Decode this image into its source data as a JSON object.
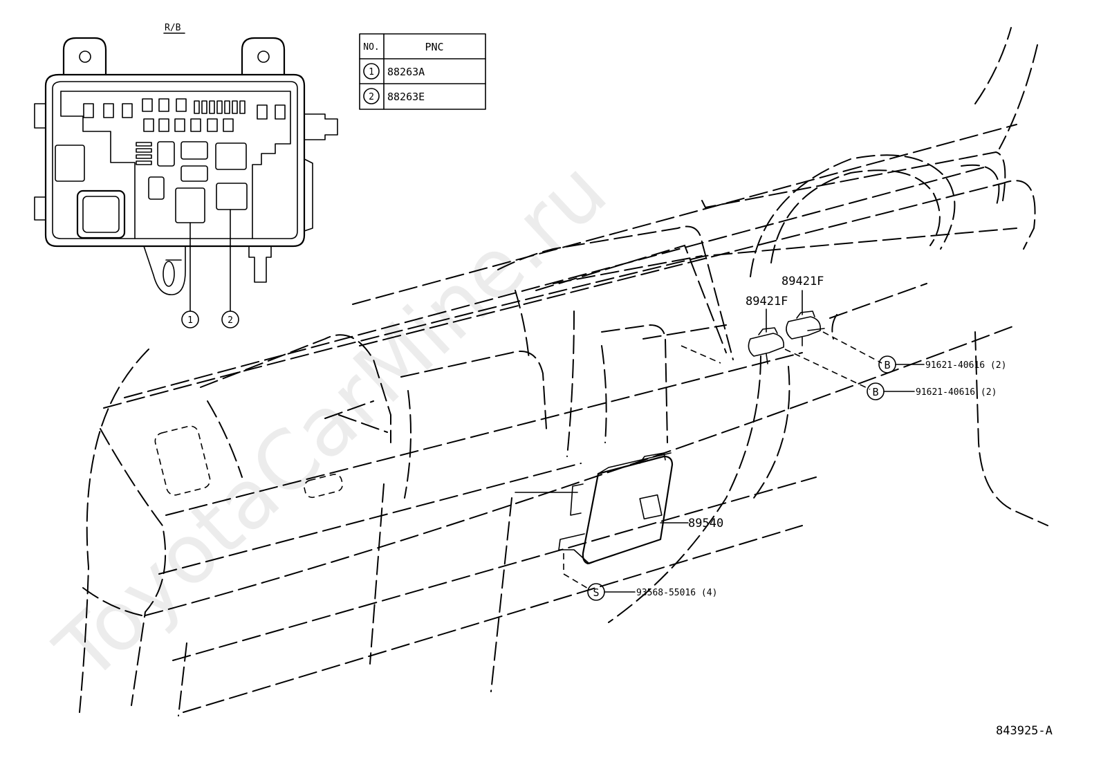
{
  "relay_box_label": "R/B",
  "table": {
    "headers": [
      "NO.",
      "PNC"
    ],
    "rows": [
      {
        "no": "1",
        "pnc": "88263A"
      },
      {
        "no": "2",
        "pnc": "88263E"
      }
    ]
  },
  "callouts": [
    "1",
    "2"
  ],
  "part_labels": {
    "sensor_upper": "89421F",
    "sensor_lower": "89421F",
    "ecu": "89540"
  },
  "fasteners": [
    {
      "symbol": "B",
      "part": "91621-40616 (2)"
    },
    {
      "symbol": "B",
      "part": "91621-40616 (2)"
    },
    {
      "symbol": "S",
      "part": "93568-55016 (4)"
    }
  ],
  "drawing_id": "843925-A",
  "watermark": "ToyotaCarMine.ru"
}
